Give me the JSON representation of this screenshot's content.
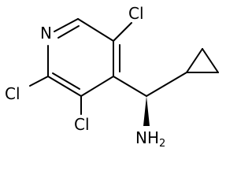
{
  "molecule": {
    "name_shown": "",
    "atoms": {
      "ring_n": "N",
      "cl_top": "Cl",
      "cl_left": "Cl",
      "cl_bottom": "Cl",
      "amine_main": "NH",
      "amine_sub": "2"
    },
    "stereo": "wedge-bond",
    "color": "#000000"
  }
}
